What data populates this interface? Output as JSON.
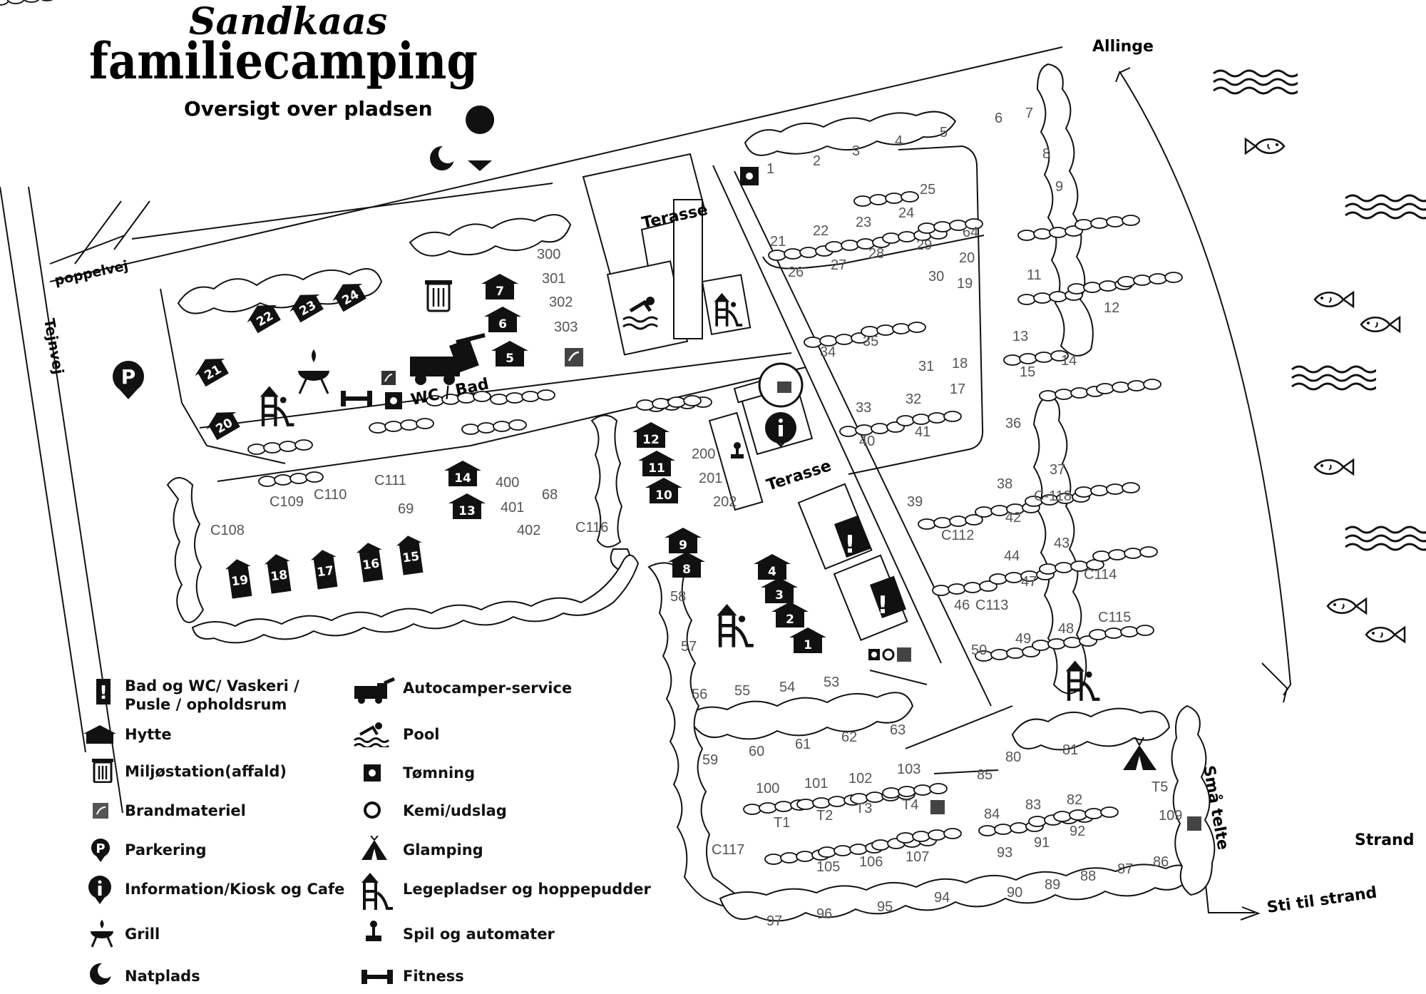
{
  "title": {
    "line1": "Sandkaas",
    "line2": "familiecamping",
    "subtitle": "Oversigt over pladsen"
  },
  "roads": {
    "poppelvej": "poppelvej",
    "tejnvej": "Tejnvej"
  },
  "directions": {
    "allinge": "Allinge",
    "strand": "Strand",
    "sti": "Sti til strand",
    "smaa_telte": "Små telte"
  },
  "areas": {
    "terasse_top": "Terasse",
    "terasse_mid": "Terasse",
    "wc_bad": "WC / Bad"
  },
  "hytter": [
    "22",
    "23",
    "24",
    "21",
    "20",
    "7",
    "6",
    "5",
    "12",
    "11",
    "10",
    "14",
    "13",
    "19",
    "18",
    "17",
    "16",
    "15",
    "9",
    "8",
    "4",
    "3",
    "2",
    "1"
  ],
  "plots": [
    "1",
    "2",
    "3",
    "4",
    "5",
    "6",
    "7",
    "8",
    "9",
    "25",
    "24",
    "23",
    "22",
    "21",
    "26",
    "27",
    "28",
    "29",
    "64",
    "20",
    "30",
    "19",
    "11",
    "12",
    "13",
    "14",
    "15",
    "34",
    "35",
    "31",
    "18",
    "17",
    "32",
    "33",
    "40",
    "41",
    "36",
    "37",
    "38",
    "39",
    "C-118",
    "42",
    "C112",
    "44",
    "43",
    "47",
    "C114",
    "C113",
    "46",
    "48",
    "C115",
    "49",
    "50",
    "300",
    "301",
    "302",
    "303",
    "200",
    "201",
    "202",
    "400",
    "401",
    "68",
    "402",
    "C111",
    "69",
    "C109",
    "C110",
    "C108",
    "C116",
    "58",
    "57",
    "56",
    "55",
    "54",
    "53",
    "59",
    "60",
    "61",
    "62",
    "63",
    "103",
    "100",
    "101",
    "102",
    "T4",
    "T1",
    "T2",
    "T3",
    "85",
    "84",
    "83",
    "82",
    "92",
    "93",
    "91",
    "80",
    "81",
    "T5",
    "109",
    "C117",
    "105",
    "106",
    "107",
    "97",
    "96",
    "95",
    "94",
    "90",
    "89",
    "88",
    "87",
    "86"
  ],
  "legend": [
    {
      "icon": "exclamation-icon",
      "label": "Bad og WC/ Vaskeri /",
      "label2": "Pusle / opholdsrum"
    },
    {
      "icon": "cabin-icon",
      "label": "Hytte"
    },
    {
      "icon": "trash-icon",
      "label": "Miljøstation(affald)"
    },
    {
      "icon": "fire-material-icon",
      "label": "Brandmateriel"
    },
    {
      "icon": "parking-icon",
      "label": "Parkering"
    },
    {
      "icon": "info-icon",
      "label": "Information/Kiosk og Cafe"
    },
    {
      "icon": "grill-icon",
      "label": "Grill"
    },
    {
      "icon": "moon-icon",
      "label": "Natplads"
    },
    {
      "icon": "camper-service-icon",
      "label": "Autocamper-service"
    },
    {
      "icon": "pool-icon",
      "label": "Pool"
    },
    {
      "icon": "dump-station-icon",
      "label": "Tømning"
    },
    {
      "icon": "chemical-icon",
      "label": "Kemi/udslag"
    },
    {
      "icon": "glamping-icon",
      "label": "Glamping"
    },
    {
      "icon": "playground-icon",
      "label": "Legepladser og hoppepudder"
    },
    {
      "icon": "joystick-icon",
      "label": "Spil og automater"
    },
    {
      "icon": "fitness-icon",
      "label": "Fitness"
    }
  ]
}
